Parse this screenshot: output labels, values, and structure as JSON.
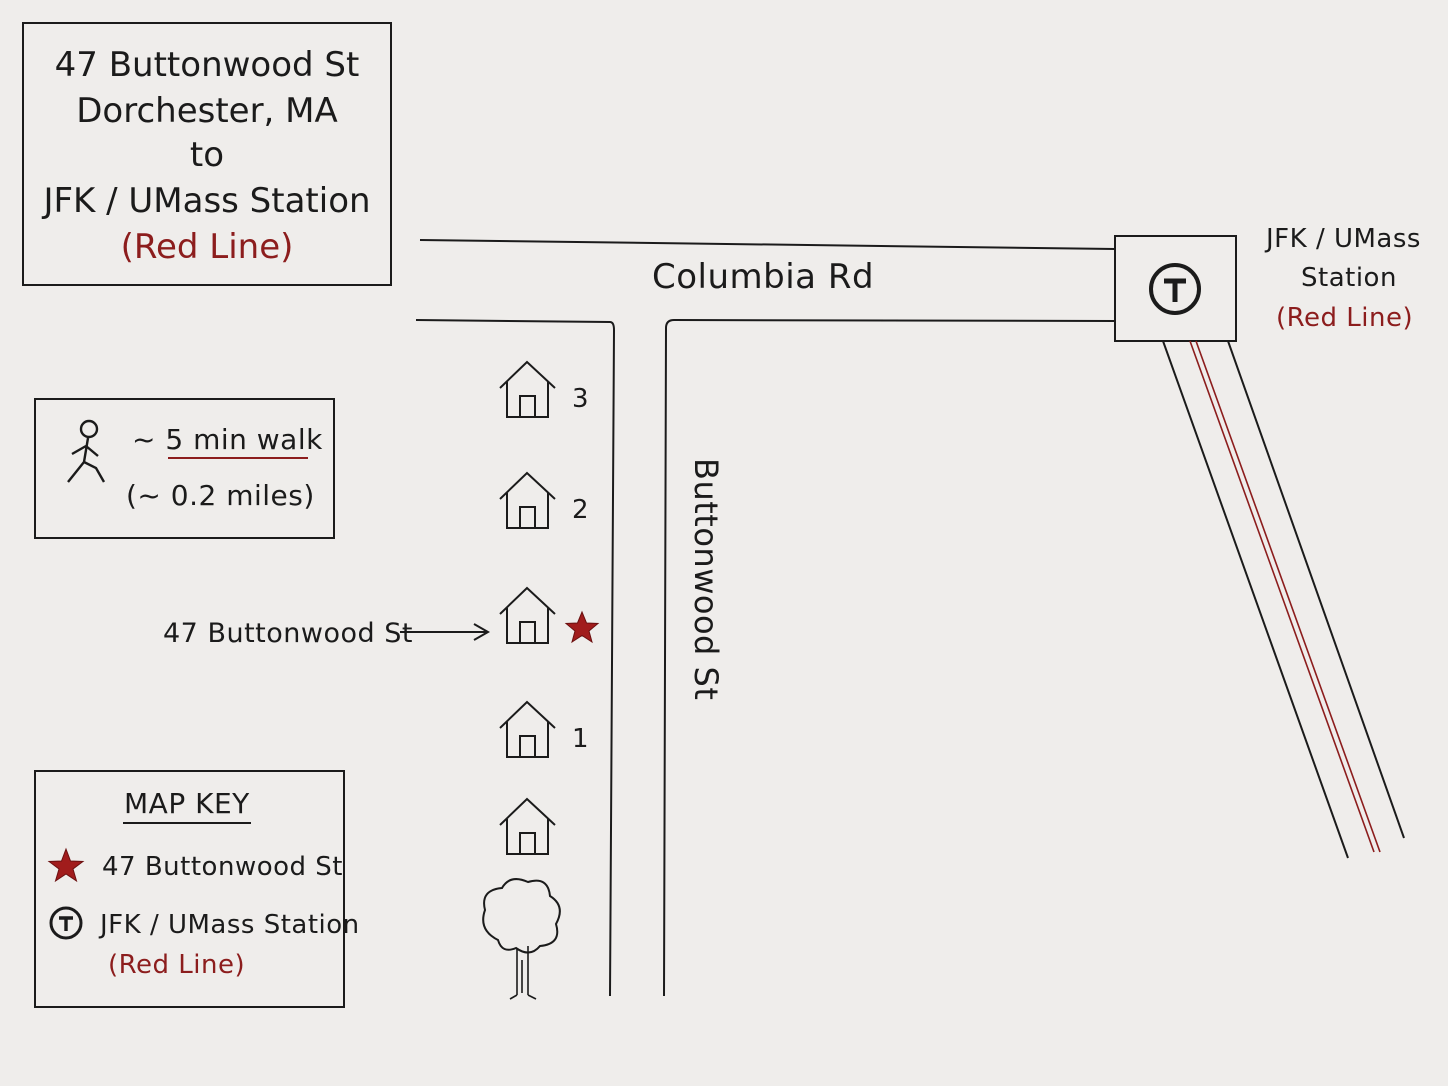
{
  "title": {
    "line1": "47  Buttonwood  St",
    "line2": "Dorchester,  MA",
    "line3": "to",
    "line4": "JFK  /  UMass  Station",
    "line5": "(Red  Line)"
  },
  "walk": {
    "duration": "~  5  min  walk",
    "distance": "(~  0.2  miles)"
  },
  "streets": {
    "columbia": "Columbia  Rd",
    "buttonwood": "Buttonwood  St"
  },
  "station": {
    "line1": "JFK / UMass",
    "line2": "Station",
    "line3": "(Red  Line)",
    "symbol": "T"
  },
  "houses": {
    "label_3": "3",
    "label_2": "2",
    "label_1": "1"
  },
  "destination_label": "47  Buttonwood  St",
  "key": {
    "title": "MAP  KEY",
    "item1": "47  Buttonwood  St",
    "item2_line1": "JFK / UMass  Station",
    "item2_line2": "(Red  Line)",
    "symbol": "T"
  },
  "colors": {
    "ink": "#1b1b1b",
    "accent_red": "#8c1d1d",
    "star_red": "#a11c1c",
    "paper": "#efedeb"
  }
}
